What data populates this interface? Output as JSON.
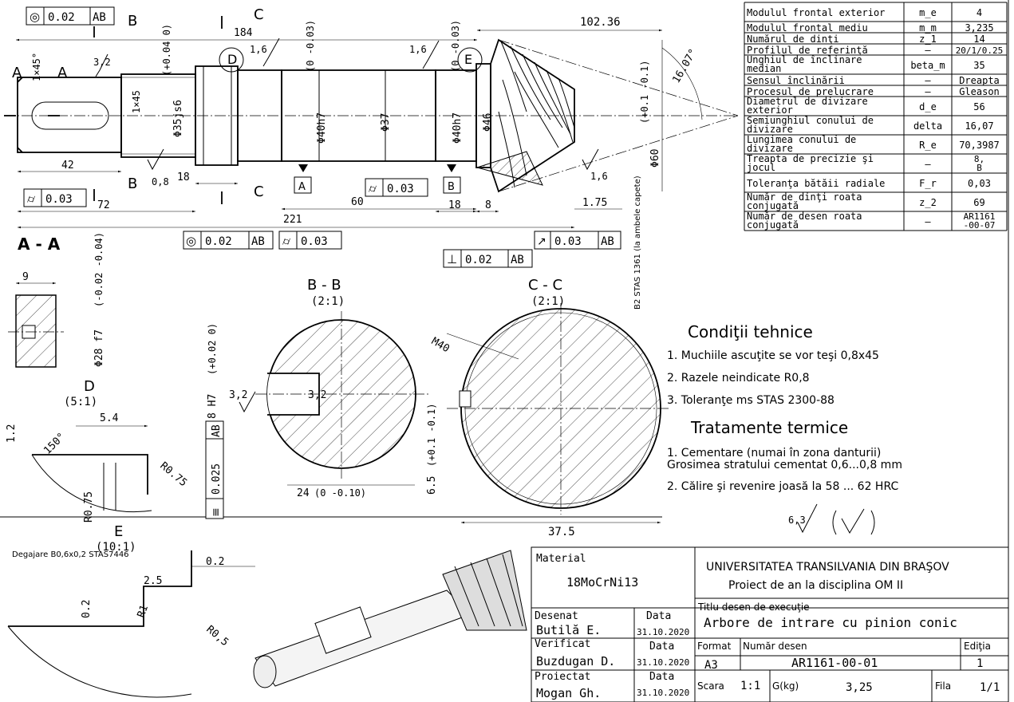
{
  "params_table": [
    {
      "name": "Modulul frontal exterior",
      "symbol": "m_e",
      "value": "4"
    },
    {
      "name": "Modulul frontal mediu",
      "symbol": "m_m",
      "value": "3,235"
    },
    {
      "name": "Numărul de dinţi",
      "symbol": "z_1",
      "value": "14"
    },
    {
      "name": "Profilul de referinţă",
      "symbol": "–",
      "value": "20/1/0.25"
    },
    {
      "name": "Unghiul de înclinare median",
      "symbol": "beta_m",
      "value": "35"
    },
    {
      "name": "Sensul înclinării",
      "symbol": "–",
      "value": "Dreapta"
    },
    {
      "name": "Procesul de prelucrare",
      "symbol": "–",
      "value": "Gleason"
    },
    {
      "name": "Diametrul de divizare exterior",
      "symbol": "d_e",
      "value": "56"
    },
    {
      "name": "Semiunghiul conului de divizare",
      "symbol": "delta",
      "value": "16,07"
    },
    {
      "name": "Lungimea conului de divizare",
      "symbol": "R_e",
      "value": "70,3987"
    },
    {
      "name": "Treapta de precizie şi jocul",
      "symbol": "–",
      "value": "8, B"
    },
    {
      "name": "Toleranţa bătăii radiale",
      "symbol": "F_r",
      "value": "0,03"
    },
    {
      "name": "Număr de dinţi roata conjugată",
      "symbol": "z_2",
      "value": "69"
    },
    {
      "name": "Număr de desen roata conjugată",
      "symbol": "–",
      "value": "AR1161 -00-07"
    }
  ],
  "main_view": {
    "dims": {
      "d102": "102.36",
      "d184": "184",
      "d42": "42",
      "d72": "72",
      "d18a": "18",
      "d221": "221",
      "d60": "60",
      "d18b": "18",
      "d8": "8",
      "d175": "1.75",
      "phi35": "Φ35js6",
      "phi40a": "Φ40h7",
      "phi37": "Φ37",
      "phi40b": "Φ40h7",
      "phi46": "Φ46",
      "phi60": "Φ60",
      "tol35": "(+0.04 0)",
      "tol40a": "(0 -0.03)",
      "tol40b": "(0 -0.03)",
      "tol60": "(+0.1 -0.1)",
      "ang": "16.07°",
      "ch1": "1×45°",
      "ch2": "1×45",
      "r08": "0,8",
      "r16a": "1,6",
      "r16b": "1,6",
      "r16c": "1,6",
      "r32": "3,2"
    },
    "section_labels": {
      "a1": "A",
      "a2": "A",
      "b1": "B",
      "b2": "B",
      "c1": "C",
      "c2": "C",
      "d": "D",
      "e": "E"
    },
    "datum_a": "A",
    "datum_b": "B",
    "fcf": {
      "f1": [
        "◎",
        "0.02",
        "AB"
      ],
      "f2": [
        "⌭",
        "0.03"
      ],
      "f3": [
        "◎",
        "0.02",
        "AB"
      ],
      "f4": [
        "⌭",
        "0.03"
      ],
      "f5": [
        "⌭",
        "0.03"
      ],
      "f6": [
        "⊥",
        "0.02",
        "AB"
      ],
      "f7": [
        "↗",
        "0.03",
        "AB"
      ]
    },
    "stas_note": "B2 STAS 1361 (la ambele capete)"
  },
  "section_aa": {
    "title": "A - A",
    "dim9": "9",
    "dia": "Φ28 f7",
    "tol": "(-0.02 -0.04)"
  },
  "section_bb": {
    "title": "B - B",
    "scale": "(2:1)",
    "w": "8 H7",
    "wtol": "(+0.02 0)",
    "depth": "24",
    "dtol": "(0 -0.10)",
    "rough": "3,2",
    "rough2": "3,2",
    "fcf": [
      "≡",
      "0.025",
      "AB"
    ]
  },
  "section_cc": {
    "title": "C - C",
    "scale": "(2:1)",
    "thread": "M40",
    "dia": "37.5",
    "tol": "6.5",
    "ttol": "(+0.1 -0.1)"
  },
  "detail_d": {
    "title": "D",
    "scale": "(5:1)",
    "d54": "5.4",
    "d12": "1.2",
    "ang": "150°",
    "r075a": "R0.75",
    "r075b": "R0.75"
  },
  "detail_e": {
    "title": "E",
    "scale": "(10:1)",
    "note": "Degajare B0,6x0,2 STAS7446",
    "d02a": "0.2",
    "d25": "2.5",
    "d02b": "0.2",
    "r1": "R1",
    "r05": "R0,5"
  },
  "conditions": {
    "title": "Condiţii tehnice",
    "items": [
      "1. Muchiile ascuţite se vor teşi 0,8x45",
      "2. Razele neindicate R0,8",
      "3. Toleranţe ms STAS 2300-88"
    ]
  },
  "heat": {
    "title": "Tratamente termice",
    "items": [
      "1. Cementare (numai în zona danturii)",
      "   Grosimea stratului cementat 0,6...0,8 mm",
      "2. Călire şi revenire joasă la 58 ... 62 HRC"
    ]
  },
  "rough_general": "6,3",
  "title_block": {
    "material_label": "Material",
    "material": "18MoCrNi13",
    "university": "UNIVERSITATEA TRANSILVANIA DIN BRAŞOV",
    "project": "Proiect de an la disciplina OM II",
    "title_label": "Titlu desen de execuţie",
    "title": "Arbore de intrare cu pinion conic",
    "rows": [
      {
        "role": "Desenat",
        "name": "Butilă E.",
        "date_label": "Data",
        "date": "31.10.2020"
      },
      {
        "role": "Verificat",
        "name": "Buzdugan D.",
        "date_label": "Data",
        "date": "31.10.2020"
      },
      {
        "role": "Proiectat",
        "name": "Mogan Gh.",
        "date_label": "Data",
        "date": "31.10.2020"
      }
    ],
    "format_label": "Format",
    "format": "A3",
    "drawing_no_label": "Număr desen",
    "drawing_no": "AR1161-00-01",
    "edition_label": "Ediţia",
    "edition": "1",
    "scale_label": "Scara",
    "scale": "1:1",
    "mass_label": "G(kg)",
    "mass": "3,25",
    "sheet_label": "Fila",
    "sheet": "1/1"
  }
}
